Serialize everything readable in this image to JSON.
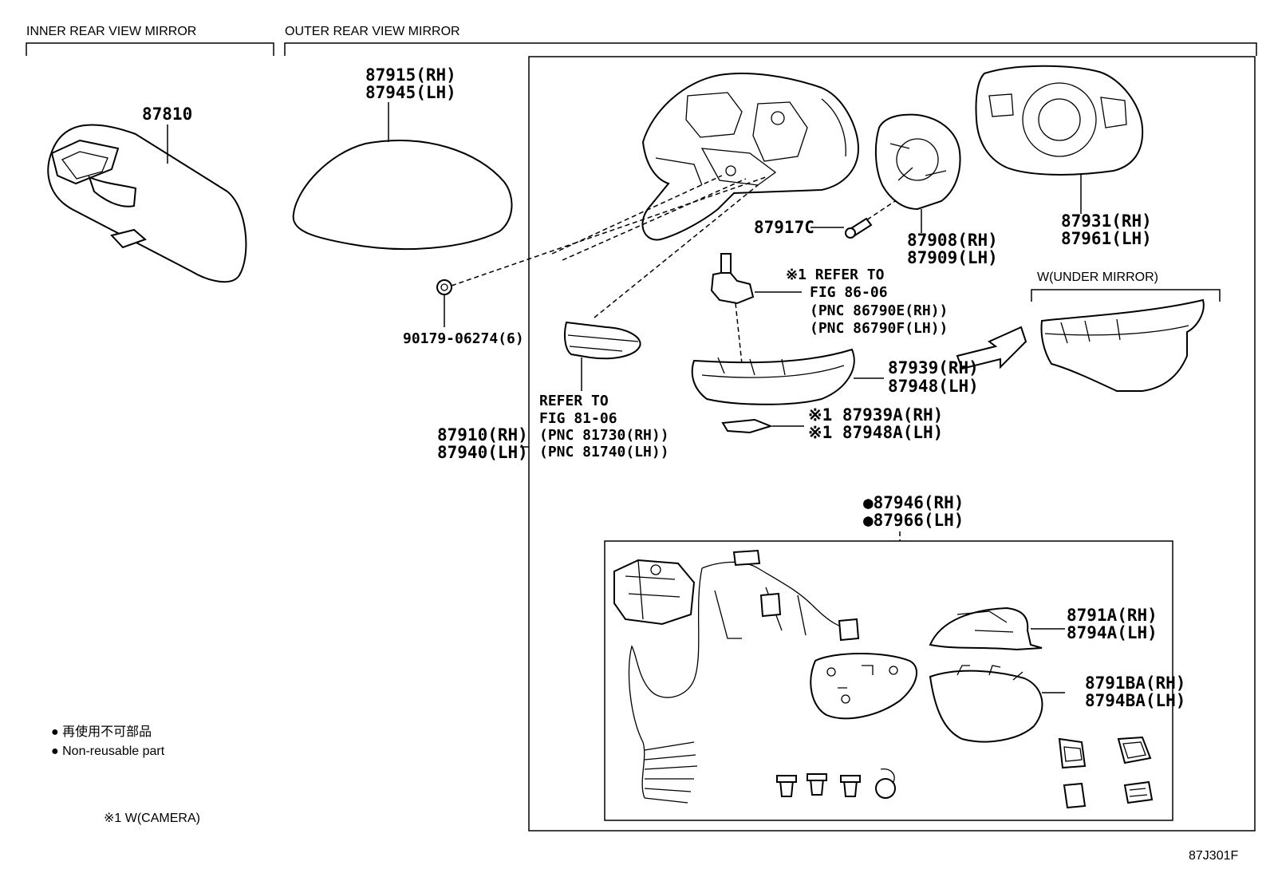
{
  "sections": {
    "inner": "INNER REAR VIEW MIRROR",
    "outer": "OUTER REAR VIEW MIRROR"
  },
  "labels": {
    "p87810": "87810",
    "p87915": "87915(RH)",
    "p87945": "87945(LH)",
    "p90179": "90179-06274(6)",
    "p87917c": "87917C",
    "p87908": "87908(RH)",
    "p87909": "87909(LH)",
    "p87931": "87931(RH)",
    "p87961": "87961(LH)",
    "under_mirror": "W(UNDER MIRROR)",
    "ref86_1": "※1 REFER TO",
    "ref86_2": "FIG 86-06",
    "ref86_3": "(PNC 86790E(RH))",
    "ref86_4": "(PNC 86790F(LH))",
    "p87939": "87939(RH)",
    "p87948": "87948(LH)",
    "p87939a": "※1 87939A(RH)",
    "p87948a": "※1 87948A(LH)",
    "ref81_1": "REFER TO",
    "ref81_2": "FIG 81-06",
    "ref81_3": "(PNC 81730(RH))",
    "ref81_4": "(PNC 81740(LH))",
    "p87910": "87910(RH)",
    "p87940": "87940(LH)",
    "p87946": "●87946(RH)",
    "p87966": "●87966(LH)",
    "p8791a": "8791A(RH)",
    "p8794a": "8794A(LH)",
    "p8791ba": "8791BA(RH)",
    "p8794ba": "8794BA(LH)"
  },
  "legend": {
    "jp": "● 再使用不可部品",
    "en": "● Non-reusable part",
    "camera": "※1 W(CAMERA)"
  },
  "figure_code": "87J301F"
}
